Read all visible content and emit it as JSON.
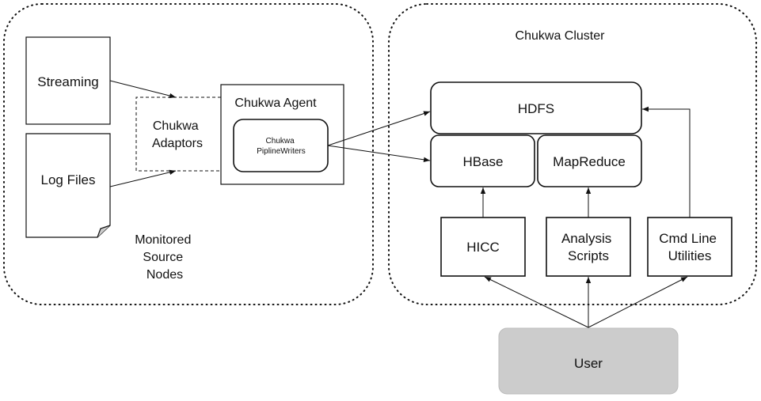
{
  "regions": {
    "source": {
      "label_lines": [
        "Monitored",
        "Source",
        "Nodes"
      ]
    },
    "cluster": {
      "label": "Chukwa Cluster"
    }
  },
  "nodes": {
    "streaming": "Streaming",
    "log_files": "Log Files",
    "adaptors": [
      "Chukwa",
      "Adaptors"
    ],
    "agent": "Chukwa Agent",
    "writers": [
      "Chukwa",
      "PiplineWriters"
    ],
    "hdfs": "HDFS",
    "hbase": "HBase",
    "mapreduce": "MapReduce",
    "hicc": "HICC",
    "analysis": [
      "Analysis",
      "Scripts"
    ],
    "cmdline": [
      "Cmd Line",
      "Utilities"
    ],
    "user": "User"
  },
  "colors": {
    "stroke": "#111111",
    "user_fill": "#cccccc",
    "background": "#ffffff"
  }
}
